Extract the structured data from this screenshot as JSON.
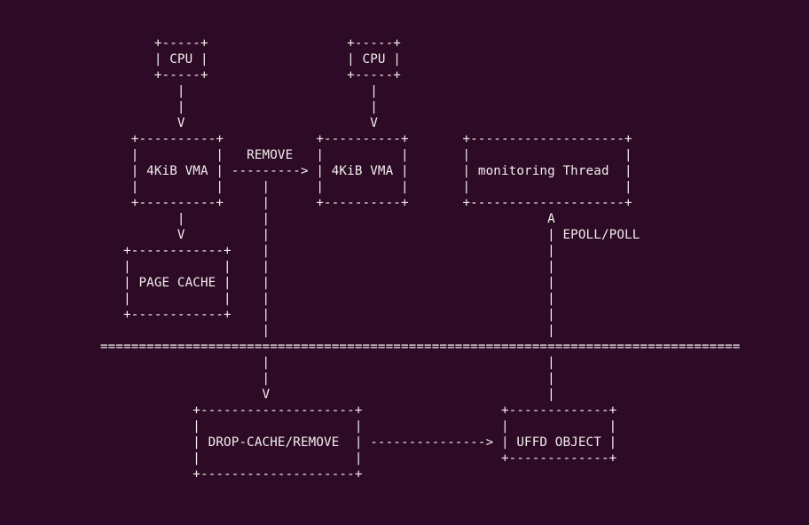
{
  "theme": {
    "background": "#2d0a25",
    "foreground": "#f2f0ee"
  },
  "diagram": {
    "lines": [
      "                    +-----+                  +-----+",
      "                    | CPU |                  | CPU |",
      "                    +-----+                  +-----+",
      "                       |                        |",
      "                       |                        |",
      "                       V                        V",
      "                 +----------+            +----------+       +--------------------+",
      "                 |          |   REMOVE   |          |       |                    |",
      "                 | 4KiB VMA | ---------> | 4KiB VMA |       | monitoring Thread  |",
      "                 |          |     |      |          |       |                    |",
      "                 +----------+     |      +----------+       +--------------------+",
      "                       |          |                                    A",
      "                       V          |                                    | EPOLL/POLL",
      "                +------------+    |                                    |",
      "                |            |    |                                    |",
      "                | PAGE CACHE |    |                                    |",
      "                |            |    |                                    |",
      "                +------------+    |                                    |",
      "                                  |                                    |",
      "             ===================================================================================",
      "                                  |                                    |",
      "                                  |                                    |",
      "                                  V                                    |",
      "                         +--------------------+                  +-------------+",
      "                         |                    |                  |             |",
      "                         | DROP-CACHE/REMOVE  | ---------------> | UFFD OBJECT |",
      "                         |                    |                  +-------------+",
      "                         +--------------------+"
    ]
  }
}
